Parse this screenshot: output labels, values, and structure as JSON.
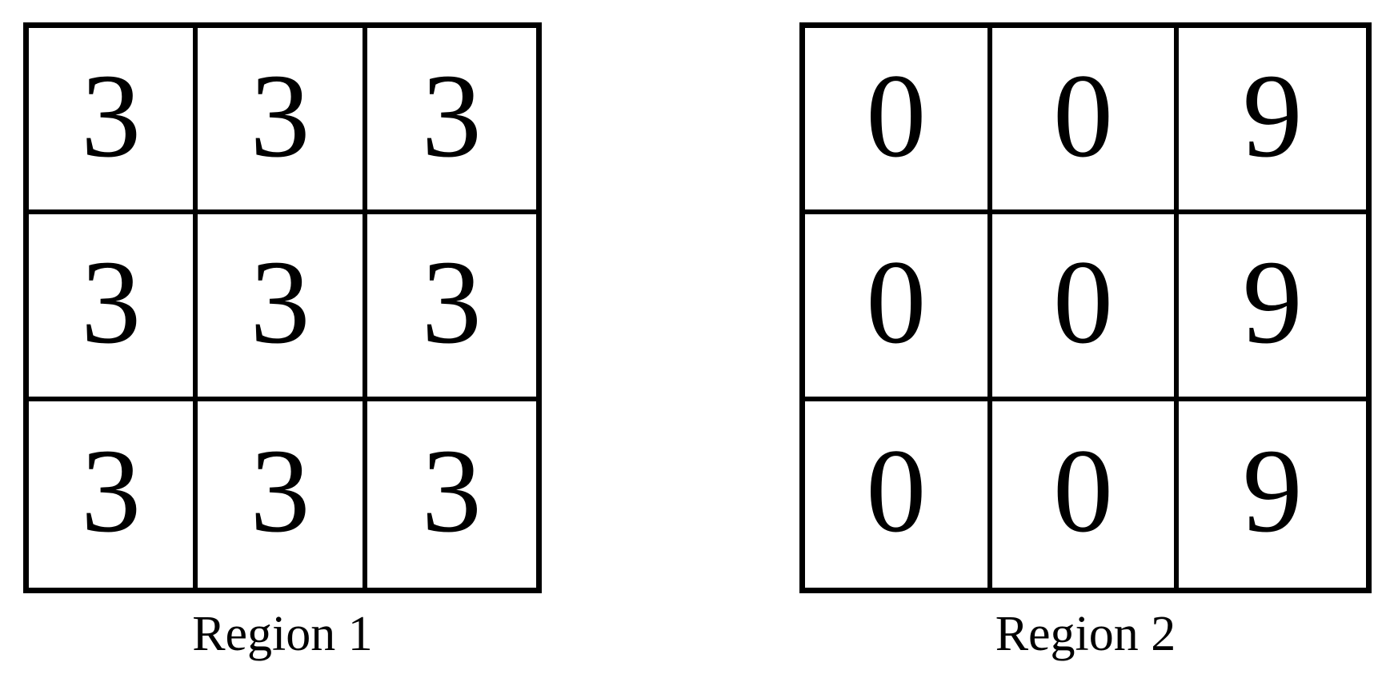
{
  "figure": {
    "background_color": "#ffffff",
    "line_color": "#000000",
    "text_color": "#000000"
  },
  "regions": [
    {
      "id": "region-1",
      "caption": "Region 1",
      "rows": 3,
      "cols": 3,
      "values": [
        [
          "3",
          "3",
          "3"
        ],
        [
          "3",
          "3",
          "3"
        ],
        [
          "3",
          "3",
          "3"
        ]
      ]
    },
    {
      "id": "region-2",
      "caption": "Region 2",
      "rows": 3,
      "cols": 3,
      "values": [
        [
          "0",
          "0",
          "9"
        ],
        [
          "0",
          "0",
          "9"
        ],
        [
          "0",
          "0",
          "9"
        ]
      ]
    }
  ],
  "chart_data": {
    "type": "table",
    "title": "",
    "tables": [
      {
        "name": "Region 1",
        "rows": 3,
        "cols": 3,
        "cells": [
          [
            "3",
            "3",
            "3"
          ],
          [
            "3",
            "3",
            "3"
          ],
          [
            "3",
            "3",
            "3"
          ]
        ]
      },
      {
        "name": "Region 2",
        "rows": 3,
        "cols": 3,
        "cells": [
          [
            "0",
            "0",
            "9"
          ],
          [
            "0",
            "0",
            "9"
          ],
          [
            "0",
            "0",
            "9"
          ]
        ]
      }
    ]
  }
}
